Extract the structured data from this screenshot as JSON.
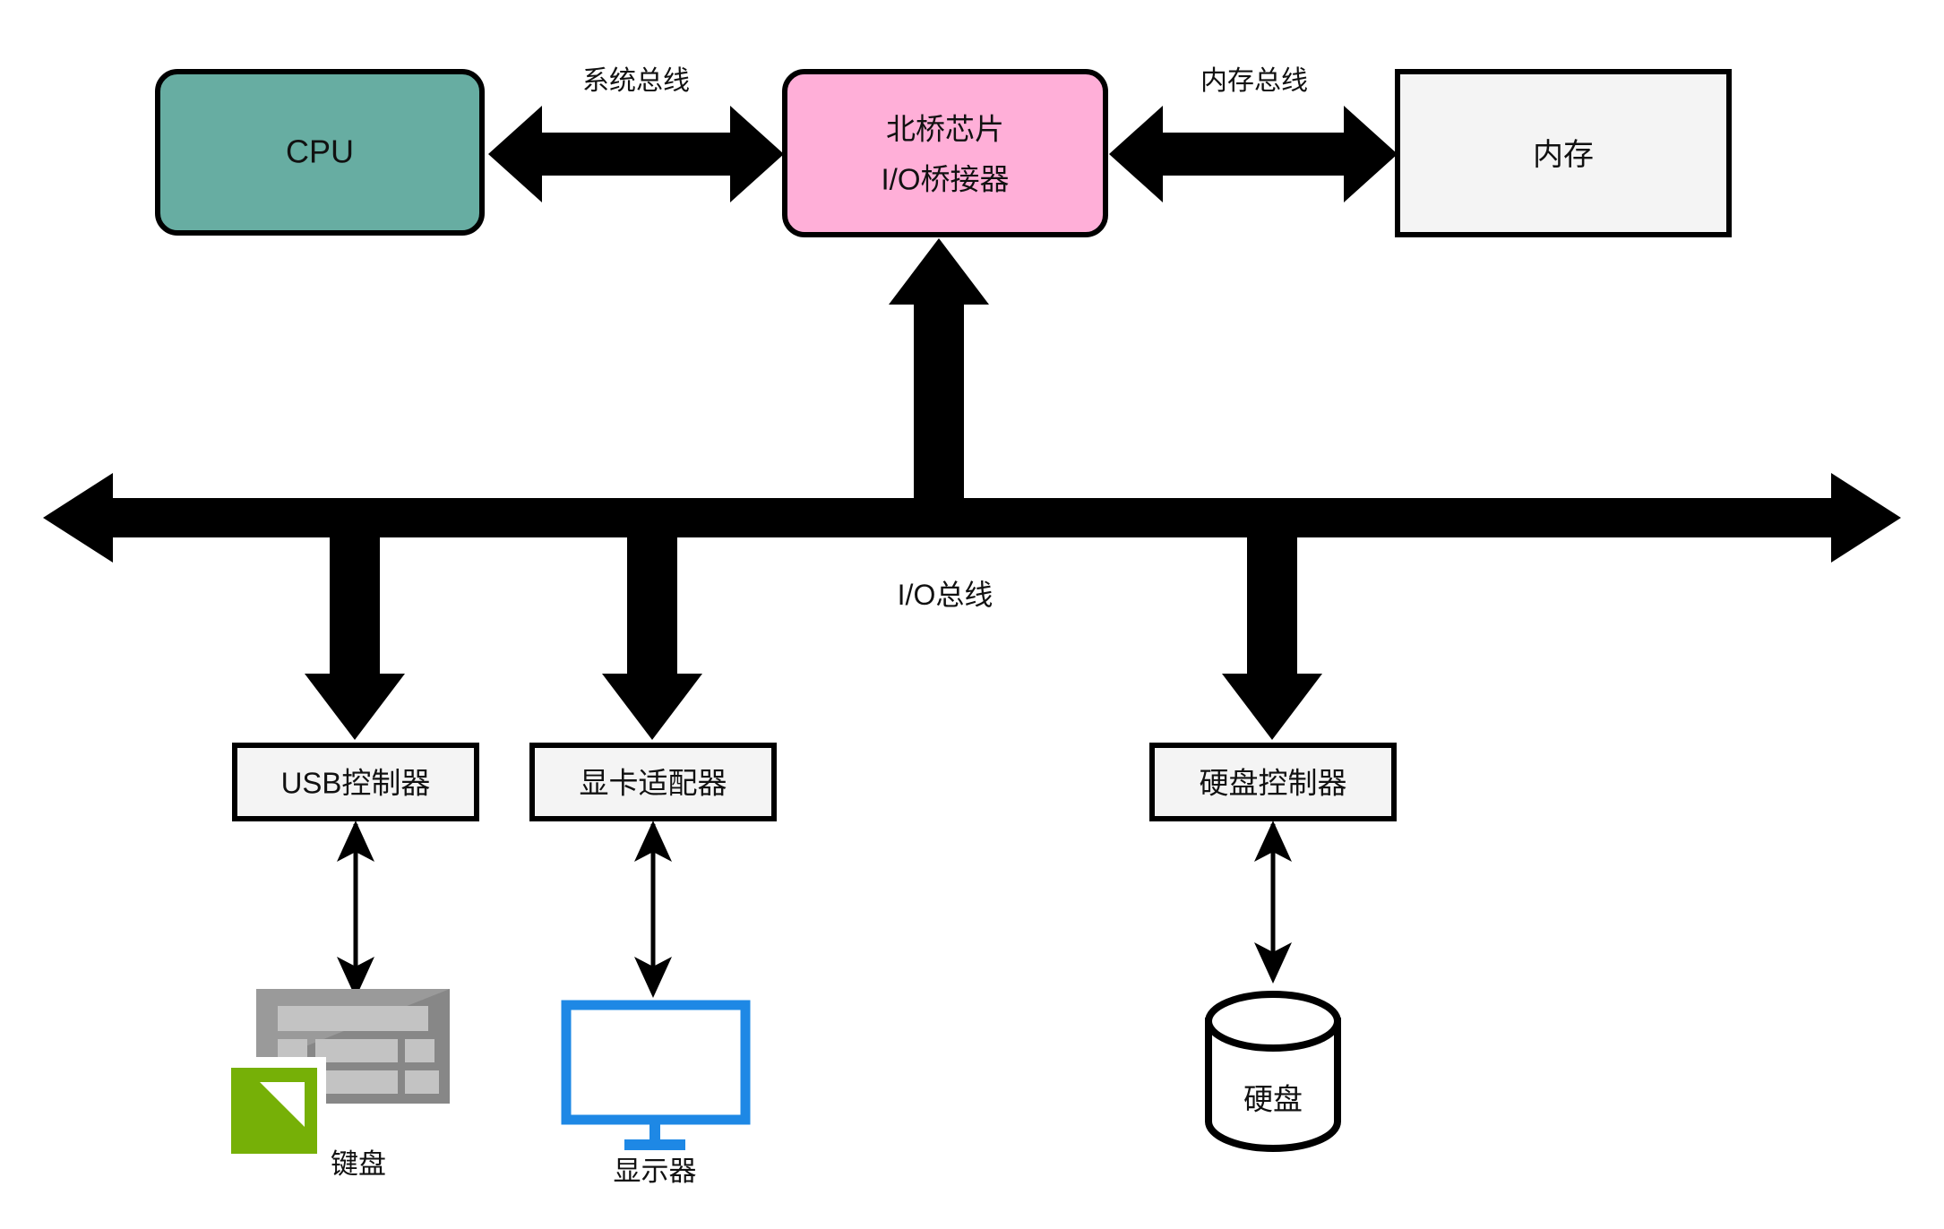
{
  "diagram": {
    "title": "computer-system-bus-architecture",
    "colors": {
      "cpu_fill": "#67ada2",
      "northbridge_fill": "#ffafd8",
      "generic_box_fill": "#f4f4f4",
      "outline": "#000000",
      "monitor_blue": "#1e88e5",
      "keyboard_gray": "#9a9a9a",
      "keyboard_key_gray": "#bfbfbf",
      "keyboard_body_dark": "#7c7c7c",
      "cursor_green": "#76b007",
      "arrow_black": "#000000"
    },
    "nodes": {
      "cpu": {
        "label": "CPU",
        "shape": "rounded-rect",
        "fill": "#67ada2"
      },
      "northbridge": {
        "label_line1": "北桥芯片",
        "label_line2": "I/O桥接器",
        "shape": "rounded-rect",
        "fill": "#ffafd8"
      },
      "memory": {
        "label": "内存",
        "shape": "rect",
        "fill": "#f4f4f4"
      },
      "usb_controller": {
        "label": "USB控制器",
        "shape": "rect",
        "fill": "#f4f4f4"
      },
      "graphics_adapter": {
        "label": "显卡适配器",
        "shape": "rect",
        "fill": "#f4f4f4"
      },
      "disk_controller": {
        "label": "硬盘控制器",
        "shape": "rect",
        "fill": "#f4f4f4"
      },
      "keyboard": {
        "label": "键盘",
        "icon": "keyboard-icon"
      },
      "monitor": {
        "label": "显示器",
        "icon": "monitor-icon"
      },
      "harddisk": {
        "label": "硬盘",
        "shape": "cylinder"
      }
    },
    "buses": {
      "system_bus": {
        "label": "系统总线",
        "style": "double-headed-thick"
      },
      "memory_bus": {
        "label": "内存总线",
        "style": "double-headed-thick"
      },
      "io_bus": {
        "label": "I/O总线",
        "style": "double-headed-thick-horizontal"
      },
      "bridge_to_io": {
        "label": "",
        "style": "single-headed-thick-up"
      }
    },
    "links": {
      "usb_to_keyboard": {
        "style": "double-headed-thin"
      },
      "graphics_to_monitor": {
        "style": "double-headed-thin"
      },
      "controller_to_disk": {
        "style": "double-headed-thin"
      },
      "iobus_to_usb": {
        "style": "single-headed-thick-down"
      },
      "iobus_to_graphics": {
        "style": "single-headed-thick-down"
      },
      "iobus_to_disk_controller": {
        "style": "single-headed-thick-down"
      }
    }
  }
}
